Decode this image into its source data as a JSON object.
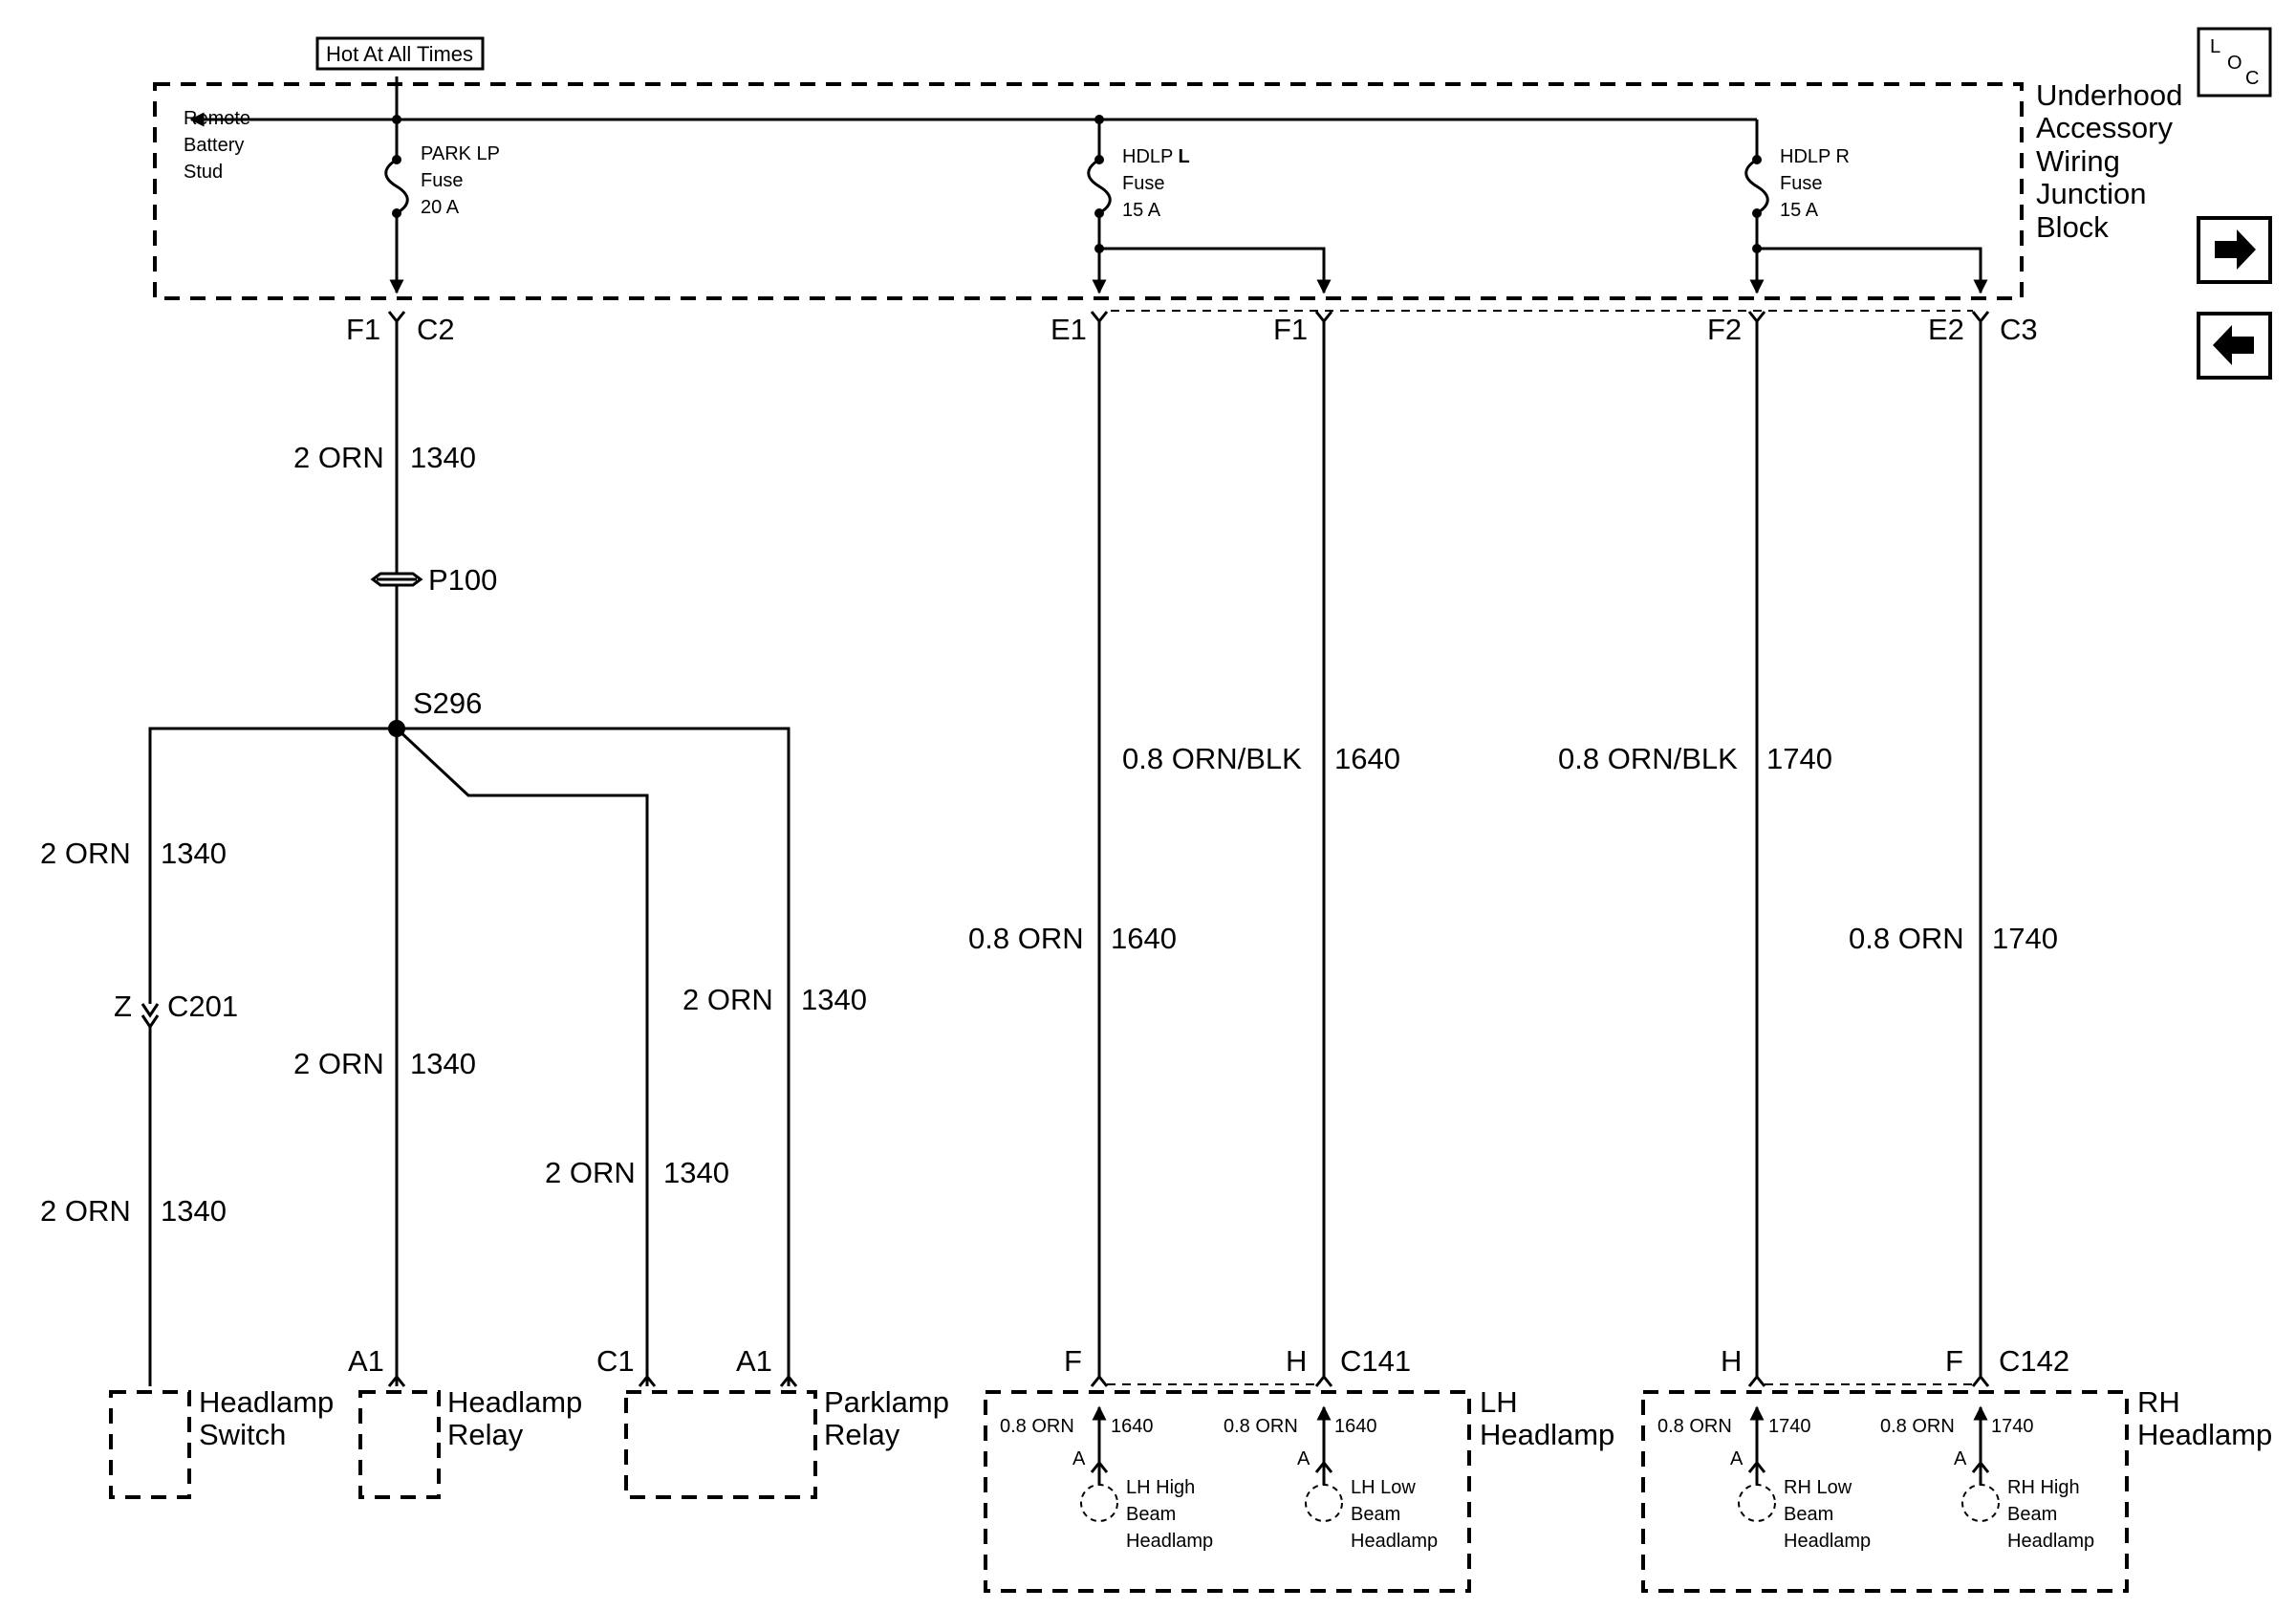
{
  "power_header": {
    "hot_label": "Hot At All Times"
  },
  "junction_block": {
    "name_lines": [
      "Underhood",
      "Accessory",
      "Wiring",
      "Junction",
      "Block"
    ],
    "remote_stud_lines": [
      "Remote",
      "Battery",
      "Stud"
    ],
    "fuses": [
      {
        "lines": [
          "PARK LP",
          "Fuse",
          "20 A"
        ]
      },
      {
        "name": "HDLP ",
        "name_bold": "L",
        "lines": [
          "Fuse",
          "15 A"
        ]
      },
      {
        "lines": [
          "HDLP R",
          "Fuse",
          "15 A"
        ]
      }
    ]
  },
  "nav": {
    "loc_l": "L",
    "loc_o": "O",
    "loc_c": "C",
    "icon_right": "arrow-right-icon",
    "icon_left": "arrow-left-icon"
  },
  "connectors": {
    "f1_c2_pin": "F1",
    "c2": "C2",
    "e1": "E1",
    "f1b": "F1",
    "f2": "F2",
    "e2": "E2",
    "c3": "C3",
    "p100": "P100",
    "s296": "S296",
    "z": "Z",
    "c201": "C201",
    "a1_relay": "A1",
    "c1": "C1",
    "a1_park": "A1",
    "lh_f": "F",
    "lh_h": "H",
    "c141": "C141",
    "rh_h": "H",
    "rh_f": "F",
    "c142": "C142"
  },
  "wires": {
    "w1340_main": {
      "gauge": "2 ORN",
      "circuit": "1340"
    },
    "w1340_sw1": {
      "gauge": "2 ORN",
      "circuit": "1340"
    },
    "w1340_sw2": {
      "gauge": "2 ORN",
      "circuit": "1340"
    },
    "w1340_relay": {
      "gauge": "2 ORN",
      "circuit": "1340"
    },
    "w1340_c1": {
      "gauge": "2 ORN",
      "circuit": "1340"
    },
    "w1340_a1": {
      "gauge": "2 ORN",
      "circuit": "1340"
    },
    "w1640_blk": {
      "gauge": "0.8 ORN/BLK",
      "circuit": "1640"
    },
    "w1640": {
      "gauge": "0.8 ORN",
      "circuit": "1640"
    },
    "w1740_blk": {
      "gauge": "0.8 ORN/BLK",
      "circuit": "1740"
    },
    "w1740": {
      "gauge": "0.8 ORN",
      "circuit": "1740"
    }
  },
  "components": {
    "headlamp_switch": [
      "Headlamp",
      "Switch"
    ],
    "headlamp_relay": [
      "Headlamp",
      "Relay"
    ],
    "parklamp_relay": [
      "Parklamp",
      "Relay"
    ],
    "lh_headlamp": [
      "LH",
      "Headlamp"
    ],
    "rh_headlamp": [
      "RH",
      "Headlamp"
    ]
  },
  "lamps": {
    "lh_high": {
      "gauge": "0.8 ORN",
      "circuit": "1640",
      "pin": "A",
      "lines": [
        "LH High",
        "Beam",
        "Headlamp"
      ]
    },
    "lh_low": {
      "gauge": "0.8 ORN",
      "circuit": "1640",
      "pin": "A",
      "lines": [
        "LH Low",
        "Beam",
        "Headlamp"
      ]
    },
    "rh_low": {
      "gauge": "0.8 ORN",
      "circuit": "1740",
      "pin": "A",
      "lines": [
        "RH Low",
        "Beam",
        "Headlamp"
      ]
    },
    "rh_high": {
      "gauge": "0.8 ORN",
      "circuit": "1740",
      "pin": "A",
      "lines": [
        "RH High",
        "Beam",
        "Headlamp"
      ]
    }
  }
}
